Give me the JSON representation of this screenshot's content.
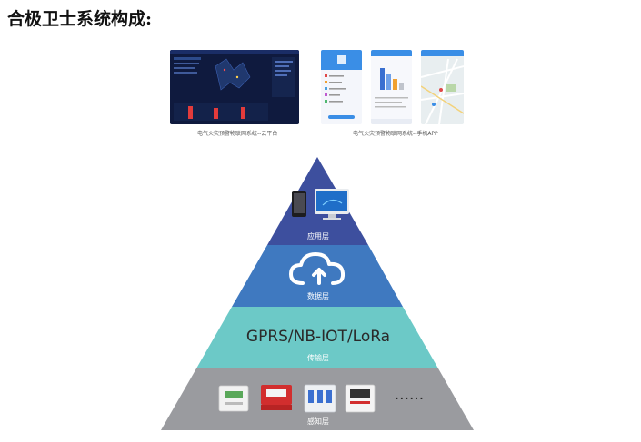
{
  "heading": "合极卫士系统构成:",
  "screenshots": {
    "cloud_caption": "电气火灾预警物联网系统--云平台",
    "app_caption": "电气火灾预警物联网系统--手机APP"
  },
  "pyramid": {
    "layers": [
      {
        "label": "应用层",
        "color": "#3d4f9e"
      },
      {
        "label": "数据层",
        "color": "#3f79c0"
      },
      {
        "label": "传输层",
        "color": "#6cc9c7",
        "protocols": "GPRS/NB-IOT/LoRa"
      },
      {
        "label": "感知层",
        "color": "#9a9b9f",
        "ellipsis": "......"
      }
    ]
  }
}
